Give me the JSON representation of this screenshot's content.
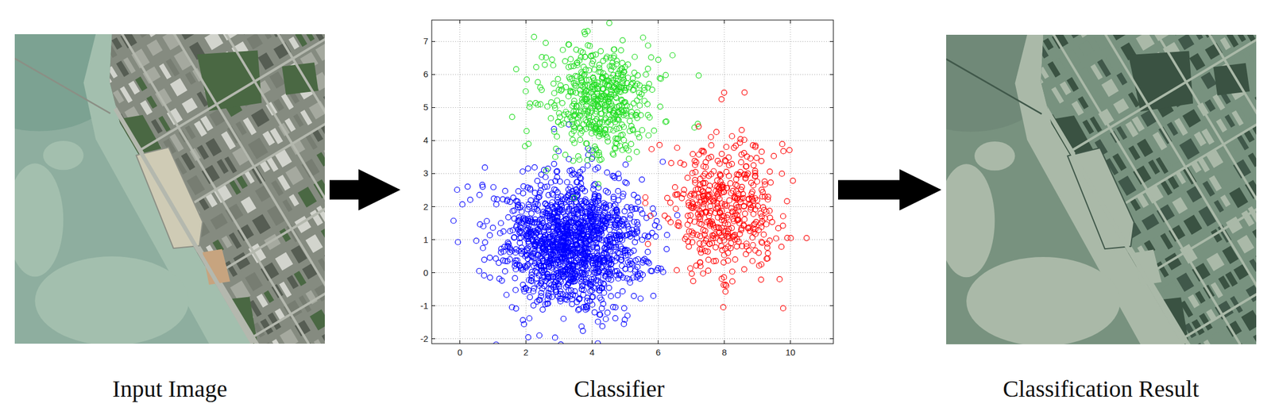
{
  "diagram": {
    "nodes": [
      {
        "text": [
          "Input Image"
        ]
      },
      {
        "text": [
          "Classifier"
        ]
      },
      {
        "text": [
          "Classification Result"
        ]
      }
    ],
    "edges": [
      {
        "from": 0,
        "to": 1,
        "arrow": "to"
      },
      {
        "from": 1,
        "to": 2,
        "arrow": "to"
      }
    ],
    "labels": [
      "0",
      "2",
      "4",
      "6",
      "8",
      "10",
      "-2",
      "-1",
      "0",
      "1",
      "2",
      "3",
      "4",
      "5",
      "6",
      "7"
    ]
  }
}
